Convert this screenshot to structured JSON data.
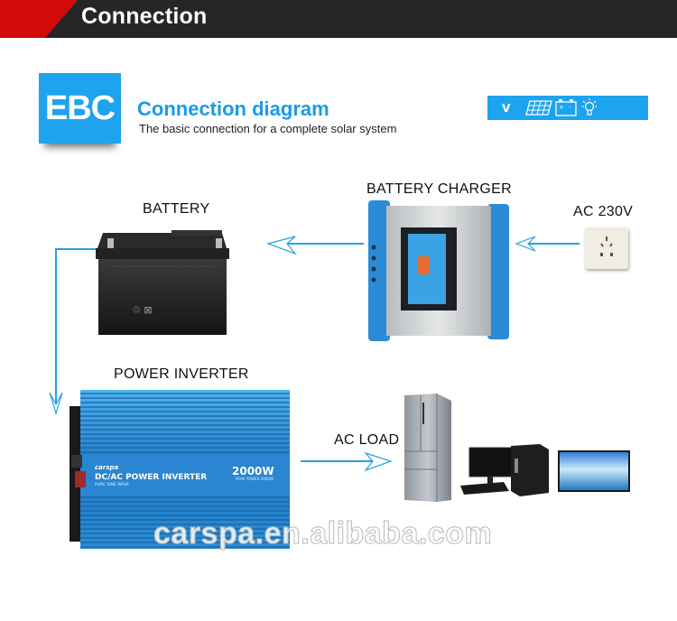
{
  "header": {
    "title": "Connection",
    "colors": {
      "bar": "#262626",
      "accent": "#d40a0a"
    }
  },
  "section": {
    "logo_text": "EBC",
    "title": "Connection diagram",
    "subtitle": "The basic connection for a complete solar system",
    "accent_color": "#1ea4ee"
  },
  "icon_strip": {
    "items": [
      {
        "name": "v-icon",
        "glyph": "v"
      },
      {
        "name": "solar-panel-icon"
      },
      {
        "name": "battery-icon"
      },
      {
        "name": "light-bulb-icon"
      }
    ]
  },
  "components": {
    "battery": {
      "label": "BATTERY"
    },
    "charger": {
      "label": "BATTERY CHARGER"
    },
    "ac_source": {
      "label": "AC 230V"
    },
    "inverter": {
      "label": "POWER INVERTER",
      "brand": "carspa",
      "product": "DC/AC POWER INVERTER",
      "wave": "PURE SINE WAVE",
      "rating": "2000W",
      "peak": "PEAK POWER 4000W"
    },
    "load": {
      "label": "AC LOAD",
      "devices": [
        "refrigerator",
        "desktop-computer",
        "television"
      ]
    }
  },
  "connections": [
    {
      "from": "ac_source",
      "to": "charger"
    },
    {
      "from": "charger",
      "to": "battery"
    },
    {
      "from": "battery",
      "to": "inverter"
    },
    {
      "from": "inverter",
      "to": "load"
    }
  ],
  "watermark": "carspa.en.alibaba.com",
  "arrow_color": "#2aa1dc"
}
